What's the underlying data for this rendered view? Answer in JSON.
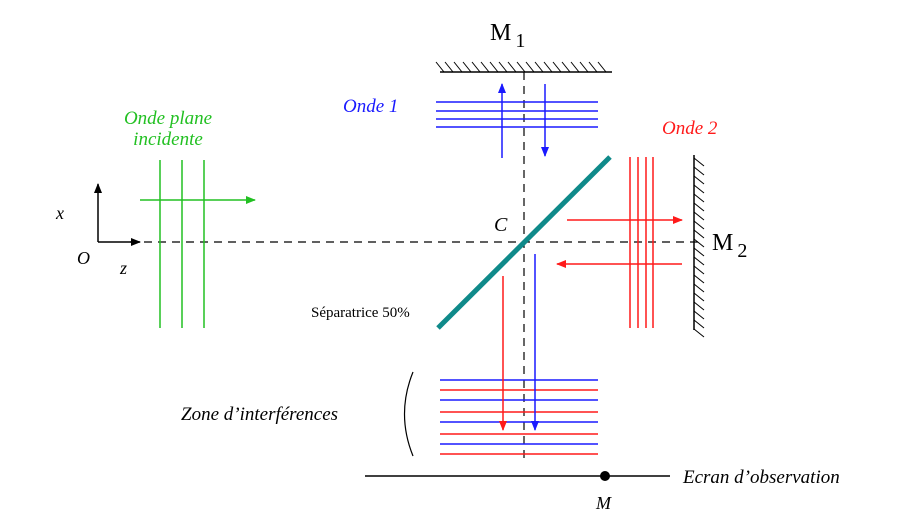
{
  "labels": {
    "m1": "M",
    "m1_sub": "1",
    "m2": "M",
    "m2_sub": "2",
    "onde1": "Onde 1",
    "onde2": "Onde 2",
    "onde_plane_line1": "Onde plane",
    "onde_plane_line2": "incidente",
    "axis_x": "x",
    "axis_z": "z",
    "origin": "O",
    "center": "C",
    "separatrice": "Séparatrice 50%",
    "zone": "Zone d’interférences",
    "ecran": "Ecran d’observation",
    "point_m": "M"
  },
  "colors": {
    "green": "#22c022",
    "blue": "#1a1aff",
    "red": "#ff1a1a",
    "teal": "#0f8a8a",
    "black": "#000000"
  }
}
